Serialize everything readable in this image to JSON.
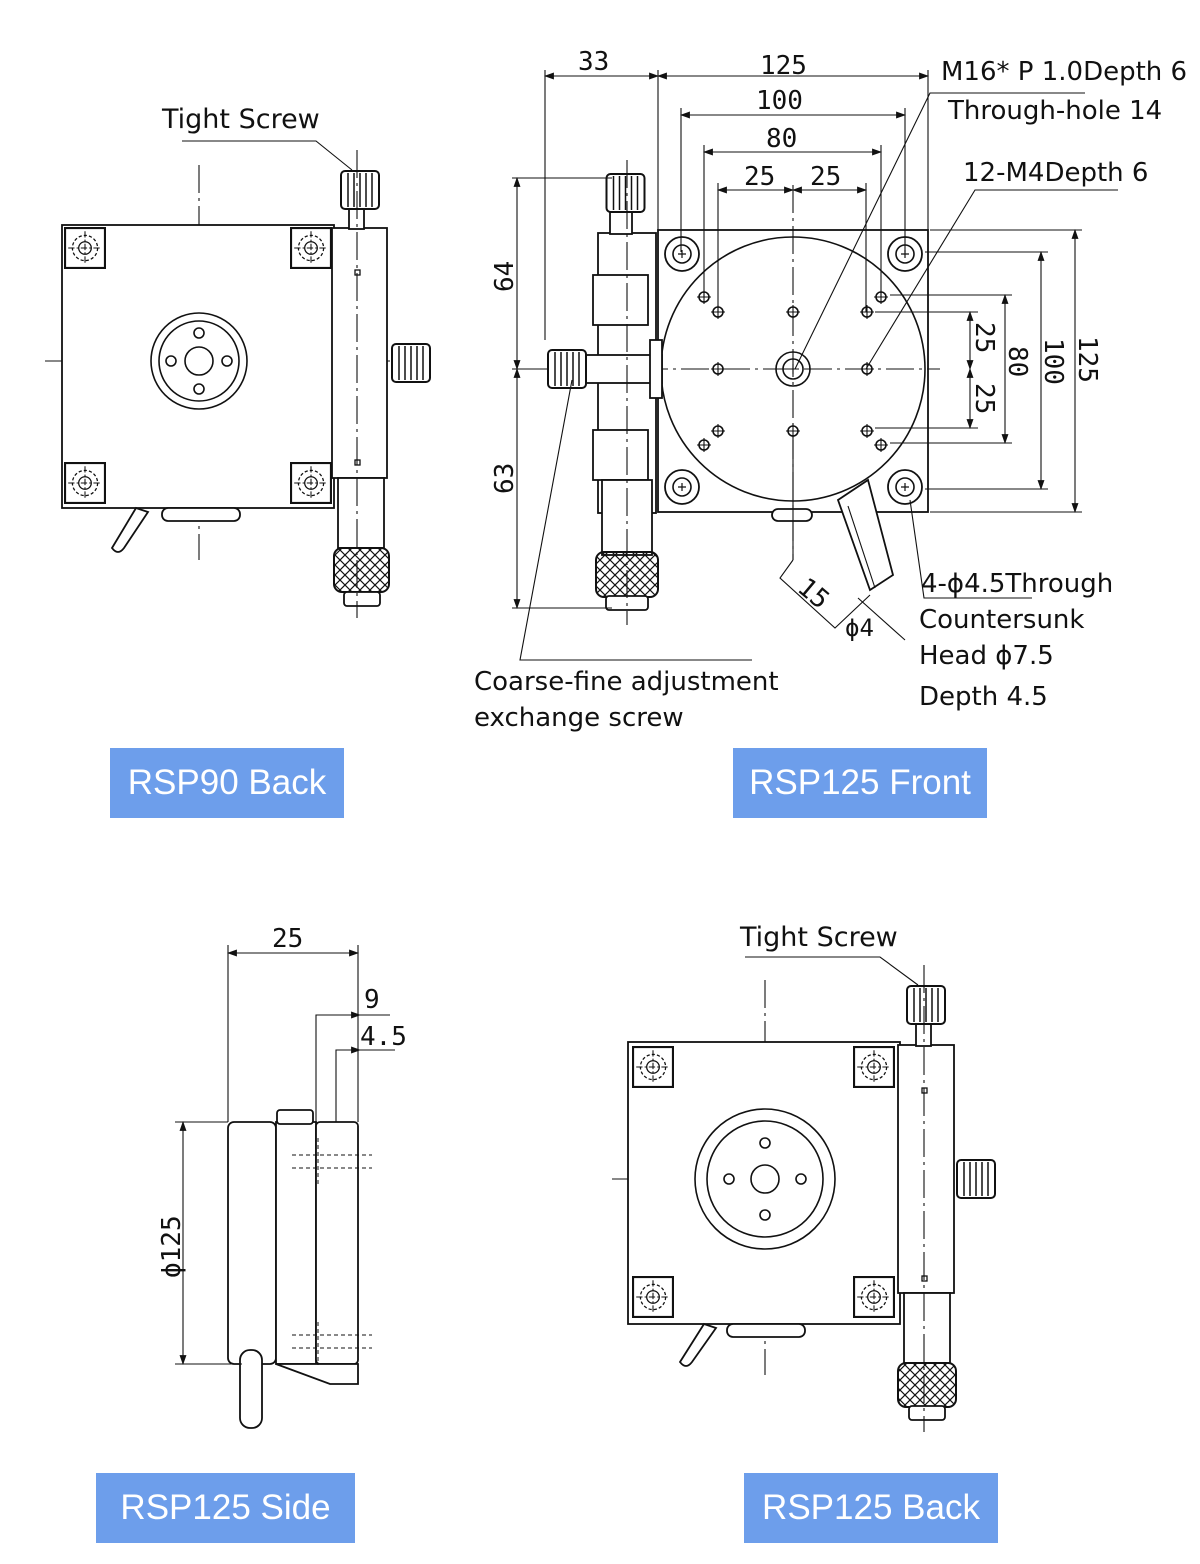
{
  "views": [
    {
      "id": "rsp90-back",
      "caption": "RSP90 Back",
      "callouts": [
        "Tight Screw"
      ]
    },
    {
      "id": "rsp125-front",
      "caption": "RSP125 Front",
      "dimensions": {
        "top_left": "33",
        "top_width": "125",
        "hole_pitch_100": "100",
        "hole_pitch_80": "80",
        "pitch_25_left": "25",
        "pitch_25_right": "25",
        "height_upper": "64",
        "height_lower": "63",
        "right_25_upper": "25",
        "right_25_lower": "25",
        "right_80": "80",
        "right_100": "100",
        "right_125": "125",
        "angle_15": "15",
        "dia_4": "ϕ4"
      },
      "callouts": {
        "center_thread_line1": "M16* P 1.0Depth 6",
        "center_thread_line2": "Through-hole 14",
        "tapped_holes": "12-M4Depth 6",
        "corner_holes_line1": "4-ϕ4.5Through",
        "corner_holes_line2": "Countersunk",
        "corner_holes_line3": "Head ϕ7.5",
        "corner_holes_line4": "Depth 4.5",
        "exchange_line1": "Coarse-fine adjustment",
        "exchange_line2": "exchange screw"
      }
    },
    {
      "id": "rsp125-side",
      "caption": "RSP125 Side",
      "dimensions": {
        "thickness": "25",
        "step_9": "9",
        "step_4_5": "4.5",
        "diameter": "ϕ125"
      }
    },
    {
      "id": "rsp125-back",
      "caption": "RSP125 Back",
      "callouts": [
        "Tight Screw"
      ]
    }
  ]
}
